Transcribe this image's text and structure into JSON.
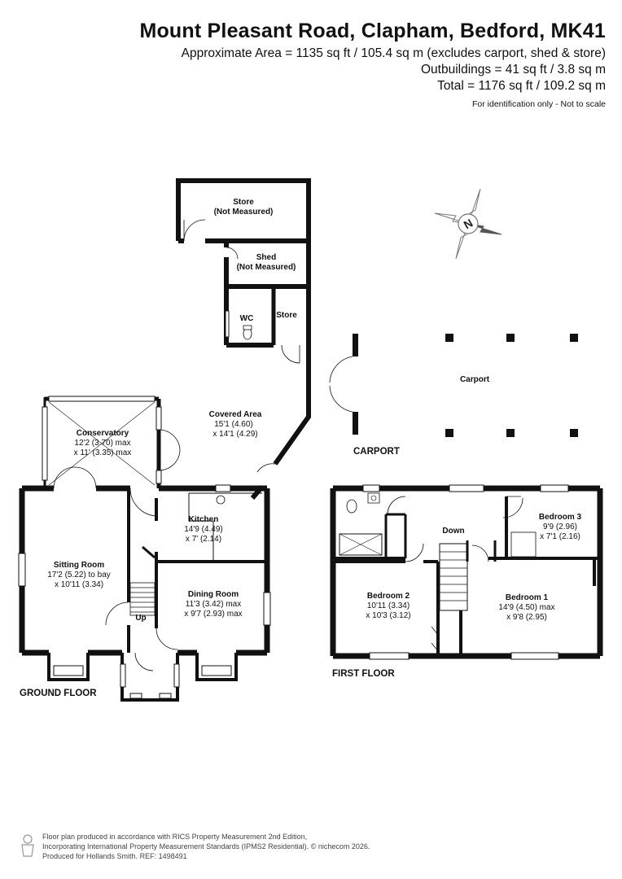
{
  "header": {
    "title": "Mount Pleasant Road, Clapham, Bedford, MK41",
    "approx_area": "Approximate Area = 1135 sq ft / 105.4 sq m (excludes carport, shed & store)",
    "outbuildings": "Outbuildings = 41 sq ft / 3.8 sq m",
    "total": "Total = 1176 sq ft / 109.2 sq m",
    "note": "For identification only - Not to scale"
  },
  "compass": {
    "letter": "N"
  },
  "ground_floor": {
    "label": "GROUND FLOOR",
    "store_top": {
      "name": "Store",
      "sub": "(Not Measured)"
    },
    "shed": {
      "name": "Shed",
      "sub": "(Not Measured)"
    },
    "wc": {
      "name": "WC"
    },
    "store_small": {
      "name": "Store"
    },
    "covered_area": {
      "name": "Covered Area",
      "dim1": "15'1 (4.60)",
      "dim2": "x 14'1 (4.29)"
    },
    "conservatory": {
      "name": "Conservatory",
      "dim1": "12'2 (3.70) max",
      "dim2": "x 11' (3.35) max"
    },
    "kitchen": {
      "name": "Kitchen",
      "dim1": "14'9 (4.49)",
      "dim2": "x 7' (2.14)"
    },
    "sitting_room": {
      "name": "Sitting Room",
      "dim1": "17'2 (5.22) to bay",
      "dim2": "x 10'11 (3.34)"
    },
    "dining_room": {
      "name": "Dining Room",
      "dim1": "11'3 (3.42) max",
      "dim2": "x 9'7 (2.93) max"
    },
    "stairs": "Up"
  },
  "carport": {
    "label": "CARPORT",
    "name": "Carport"
  },
  "first_floor": {
    "label": "FIRST FLOOR",
    "stairs": "Down",
    "bedroom3": {
      "name": "Bedroom 3",
      "dim1": "9'9 (2.96)",
      "dim2": "x 7'1 (2.16)"
    },
    "bedroom2": {
      "name": "Bedroom 2",
      "dim1": "10'11 (3.34)",
      "dim2": "x 10'3 (3.12)"
    },
    "bedroom1": {
      "name": "Bedroom 1",
      "dim1": "14'9 (4.50) max",
      "dim2": "x 9'8 (2.95)"
    }
  },
  "footer": {
    "line1": "Floor plan produced in accordance with RICS Property Measurement 2nd Edition,",
    "line2": "Incorporating International Property Measurement Standards (IPMS2 Residential).",
    "copyright": "© nichecom 2026.",
    "line3_prefix": "Produced for Hollands Smith.",
    "ref": "REF: 1498491"
  }
}
